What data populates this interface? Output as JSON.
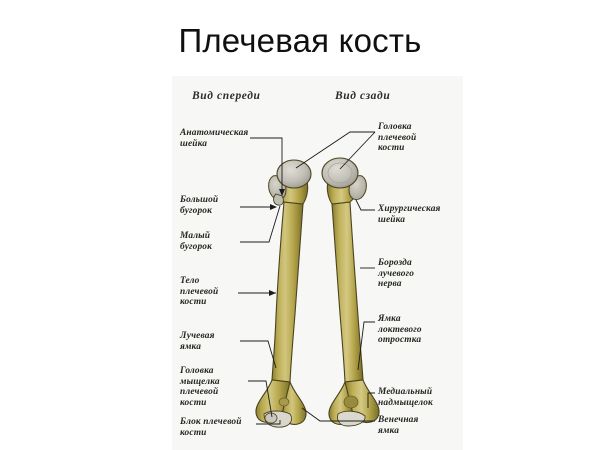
{
  "slide": {
    "title": "Плечевая кость",
    "background_color": "#ffffff",
    "panel_background_color": "#f7f7f5"
  },
  "figure": {
    "captions": {
      "front": "Вид спереди",
      "back": "Вид сзади"
    },
    "bone_colors": {
      "shaft": "#b3a447",
      "shaft_light": "#ccbf72",
      "shaft_dark": "#7d7029",
      "cartilage": "#c9c7bd",
      "cartilage_shadow": "#9b998f",
      "outline": "#4a4320"
    },
    "labels_left": [
      {
        "id": "anatomical-neck",
        "text_lines": [
          "Анатомическая",
          "шейка"
        ]
      },
      {
        "id": "greater-tubercle",
        "text_lines": [
          "Большой",
          "бугорок"
        ]
      },
      {
        "id": "lesser-tubercle",
        "text_lines": [
          "Малый",
          "бугорок"
        ]
      },
      {
        "id": "humerus-body",
        "text_lines": [
          "Тело",
          "плечевой",
          "кости"
        ]
      },
      {
        "id": "radial-fossa",
        "text_lines": [
          "Лучевая",
          "ямка"
        ]
      },
      {
        "id": "capitulum",
        "text_lines": [
          "Головка",
          "мыщелка",
          "плечевой",
          "кости"
        ]
      },
      {
        "id": "trochlea",
        "text_lines": [
          "Блок плечевой",
          "кости"
        ]
      }
    ],
    "labels_right": [
      {
        "id": "humerus-head",
        "text_lines": [
          "Головка",
          "плечевой",
          "кости"
        ]
      },
      {
        "id": "surgical-neck",
        "text_lines": [
          "Хирургическая",
          "шейка"
        ]
      },
      {
        "id": "radial-nerve-groove",
        "text_lines": [
          "Борозда",
          "лучевого",
          "нерва"
        ]
      },
      {
        "id": "olecranon-fossa",
        "text_lines": [
          "Ямка",
          "локтевого",
          "отростка"
        ]
      },
      {
        "id": "medial-epicondyle",
        "text_lines": [
          "Медиальный",
          "надмыщелок"
        ]
      },
      {
        "id": "coronoid-fossa",
        "text_lines": [
          "Венечная",
          "ямка"
        ]
      }
    ]
  }
}
